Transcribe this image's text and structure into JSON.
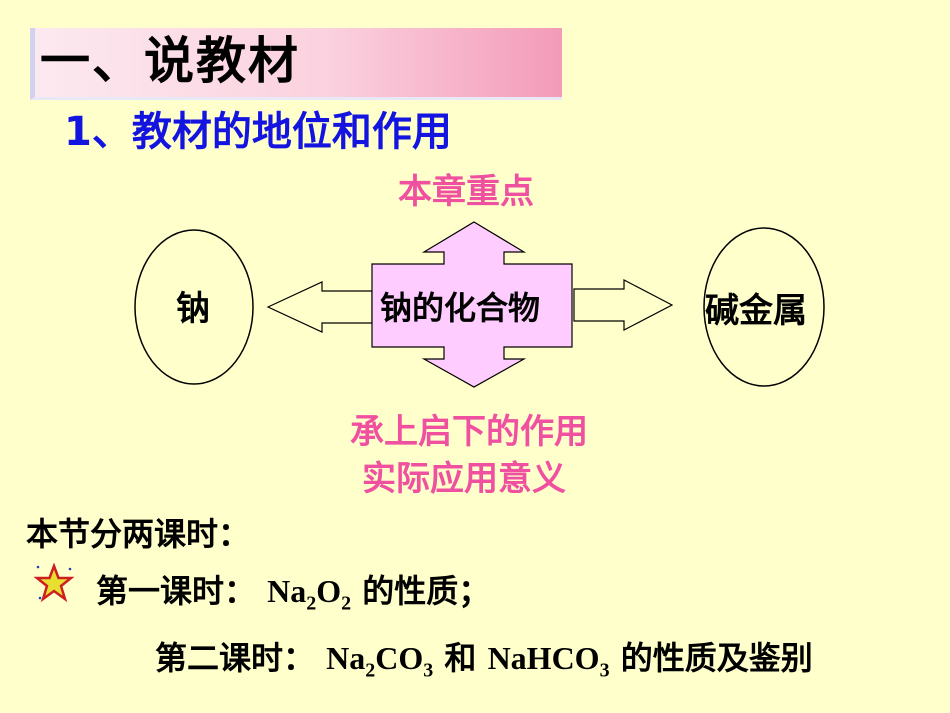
{
  "title": "一、说教材",
  "subtitle": "1、教材的地位和作用",
  "diagram": {
    "top_label": "本章重点",
    "left_node": "钠",
    "center_node": "钠的化合物",
    "right_node": "碱金属",
    "bottom_line1": "承上启下的作用",
    "bottom_line2": "实际应用意义"
  },
  "lessons": {
    "intro": "本节分两课时：",
    "first": {
      "prefix": "第一课时：",
      "formula_parts": [
        "Na",
        "2",
        "O",
        "2"
      ],
      "suffix": "的性质；"
    },
    "second": {
      "prefix": "第二课时：",
      "formula1_parts": [
        "Na",
        "2",
        "CO",
        "3"
      ],
      "connector": "和",
      "formula2_parts": [
        "NaHCO",
        "3"
      ],
      "suffix": "的性质及鉴别"
    }
  },
  "colors": {
    "background": "#FFFFCC",
    "title_gradient_end": "#F39BB8",
    "subtitle": "#1414E0",
    "pink_text": "#F050A0",
    "oval_fill": "#FFFFCC",
    "arrow_fill": "#FFCCFF"
  },
  "icons": {
    "bullet": "star-icon"
  }
}
